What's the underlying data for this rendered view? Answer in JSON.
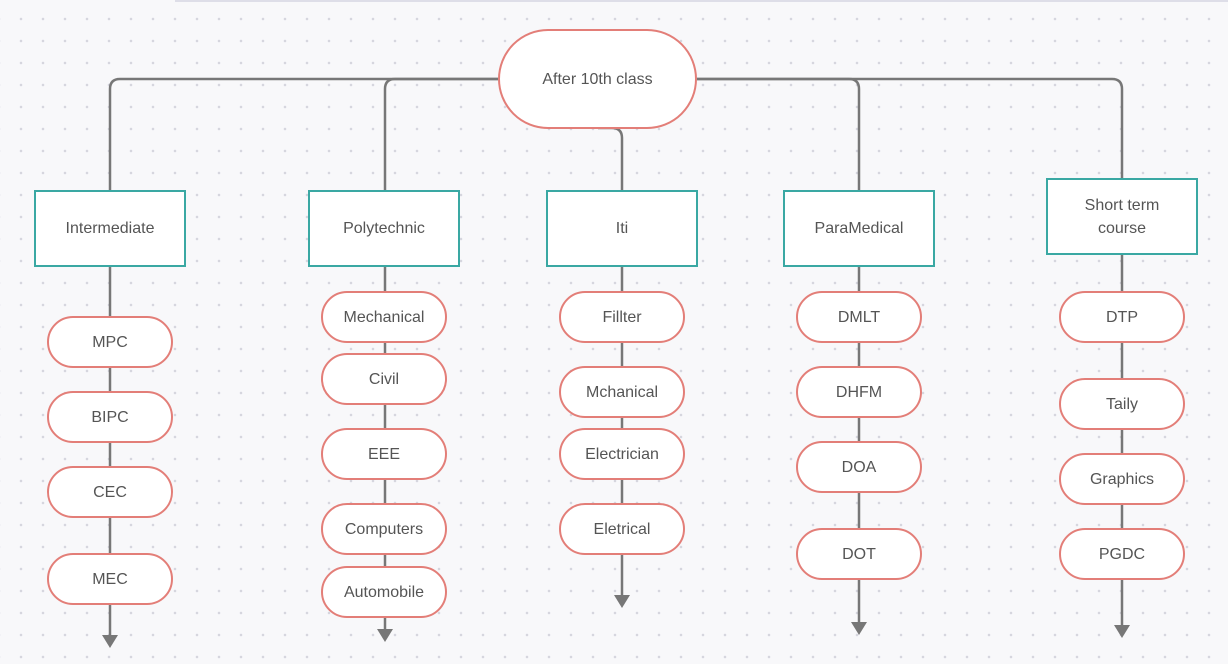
{
  "root": {
    "label": "After 10th class"
  },
  "columns": [
    {
      "title": "Intermediate",
      "items": [
        "MPC",
        "BIPC",
        "CEC",
        "MEC"
      ]
    },
    {
      "title": "Polytechnic",
      "items": [
        "Mechanical",
        "Civil",
        "EEE",
        "Computers",
        "Automobile"
      ]
    },
    {
      "title": "Iti",
      "items": [
        "Fillter",
        "Mchanical",
        "Electrician",
        "Eletrical"
      ]
    },
    {
      "title": "ParaMedical",
      "items": [
        "DMLT",
        "DHFM",
        "DOA",
        "DOT"
      ]
    },
    {
      "title": "Short term\ncourse",
      "items": [
        "DTP",
        "Taily",
        "Graphics",
        "PGDC"
      ]
    }
  ],
  "colors": {
    "connector": "#777777",
    "leaf_border": "#e37e78",
    "category_border": "#3aa8a3",
    "text": "#555555"
  }
}
